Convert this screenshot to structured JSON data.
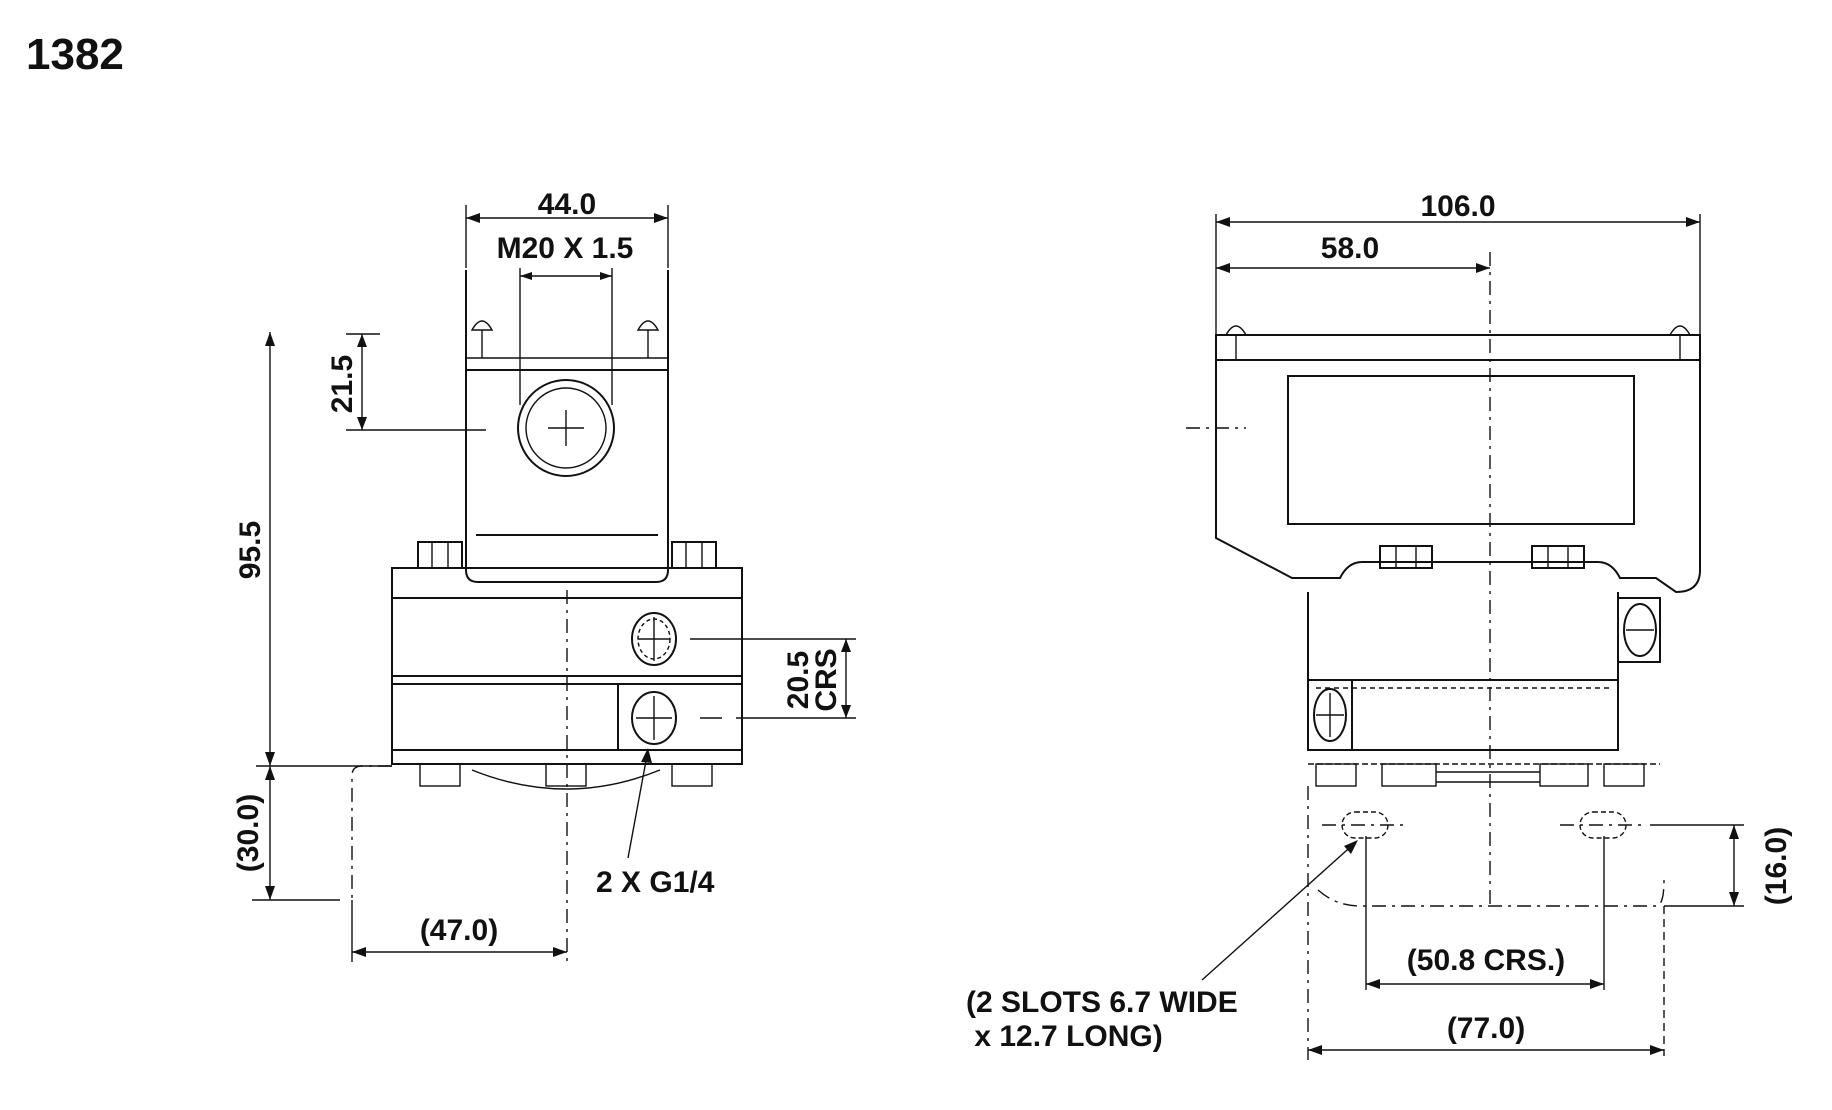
{
  "title": "1382",
  "front_view": {
    "dim_width": "44.0",
    "dim_thread": "M20 X 1.5",
    "dim_top_offset": "21.5",
    "dim_height": "95.5",
    "dim_port_crs_value": "20.5",
    "dim_port_crs_unit": "CRS",
    "dim_bracket_drop": "(30.0)",
    "dim_bracket_reach": "(47.0)",
    "port_note": "2 X G1/4"
  },
  "side_view": {
    "dim_width": "106.0",
    "dim_center": "58.0",
    "dim_slot_drop": "(16.0)",
    "dim_slot_crs": "(50.8 CRS.)",
    "dim_bracket_width": "(77.0)",
    "slot_note_line1": "(2 SLOTS 6.7 WIDE",
    "slot_note_line2": " x 12.7 LONG)"
  }
}
